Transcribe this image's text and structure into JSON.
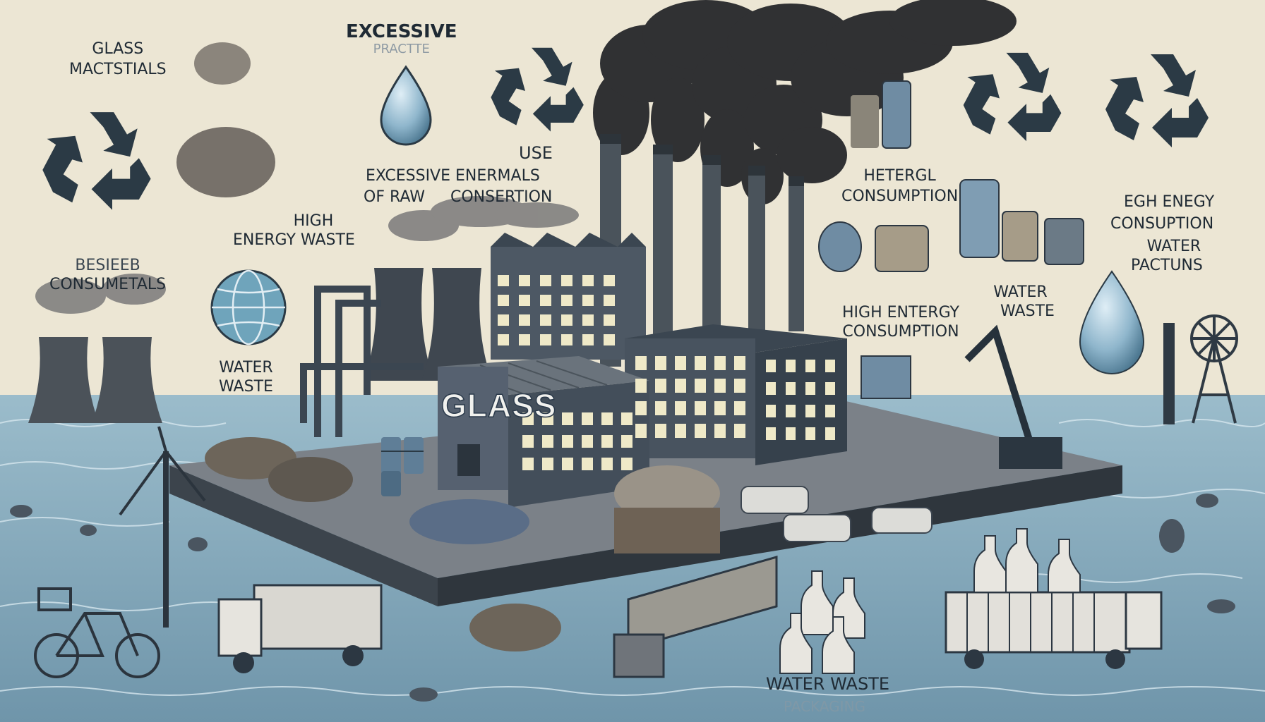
{
  "colors": {
    "sky": "#ece6d4",
    "water": "#7fa3b6",
    "water_dark": "#4f7286",
    "building": "#5a6673",
    "building_dark": "#3b4651",
    "smoke": "#2e2f31",
    "recycle_icon": "#2b3a45",
    "text": "#1f2a34"
  },
  "labels": {
    "glass_materials_1": "GLASS",
    "glass_materials_2": "MACTSTIALS",
    "excessive_practice_1": "EXCESSIVE",
    "excessive_practice_2": "PRACTTE",
    "use": "USE",
    "excessive_ener_1": "EXCESSIVE ENERMALS",
    "excessive_ener_2": "OF RAW",
    "excessive_ener_3": "CONSERTION",
    "high_energy_waste_1": "HIGH",
    "high_energy_waste_2": "ENERGY WASTE",
    "consumetals_1": "BESIEEB",
    "consumetals_2": "CONSUMETALS",
    "water_waste_left_1": "WATER",
    "water_waste_left_2": "WASTE",
    "heterg_1": "HETERGL",
    "heterg_2": "CONSUMPTION",
    "high_entergy_1": "HIGH ENTERGY",
    "high_entergy_2": "CONSUMPTION",
    "water_waste_mid_1": "WATER",
    "water_waste_mid_2": "WASTE",
    "egh_energy_1": "EGH ENEGY",
    "egh_energy_2": "CONSUPTION",
    "water_pactuns_1": "WATER",
    "water_pactuns_2": "PACTUNS",
    "water_waste_bottom": "WATER WASTE",
    "packaging_faint": "PACKAGING"
  },
  "factory": {
    "sign": "GLASS"
  },
  "icons": [
    "recycle-icon",
    "recycle-icon",
    "recycle-icon",
    "recycle-icon",
    "globe-icon",
    "water-drop-icon",
    "water-drop-icon"
  ]
}
